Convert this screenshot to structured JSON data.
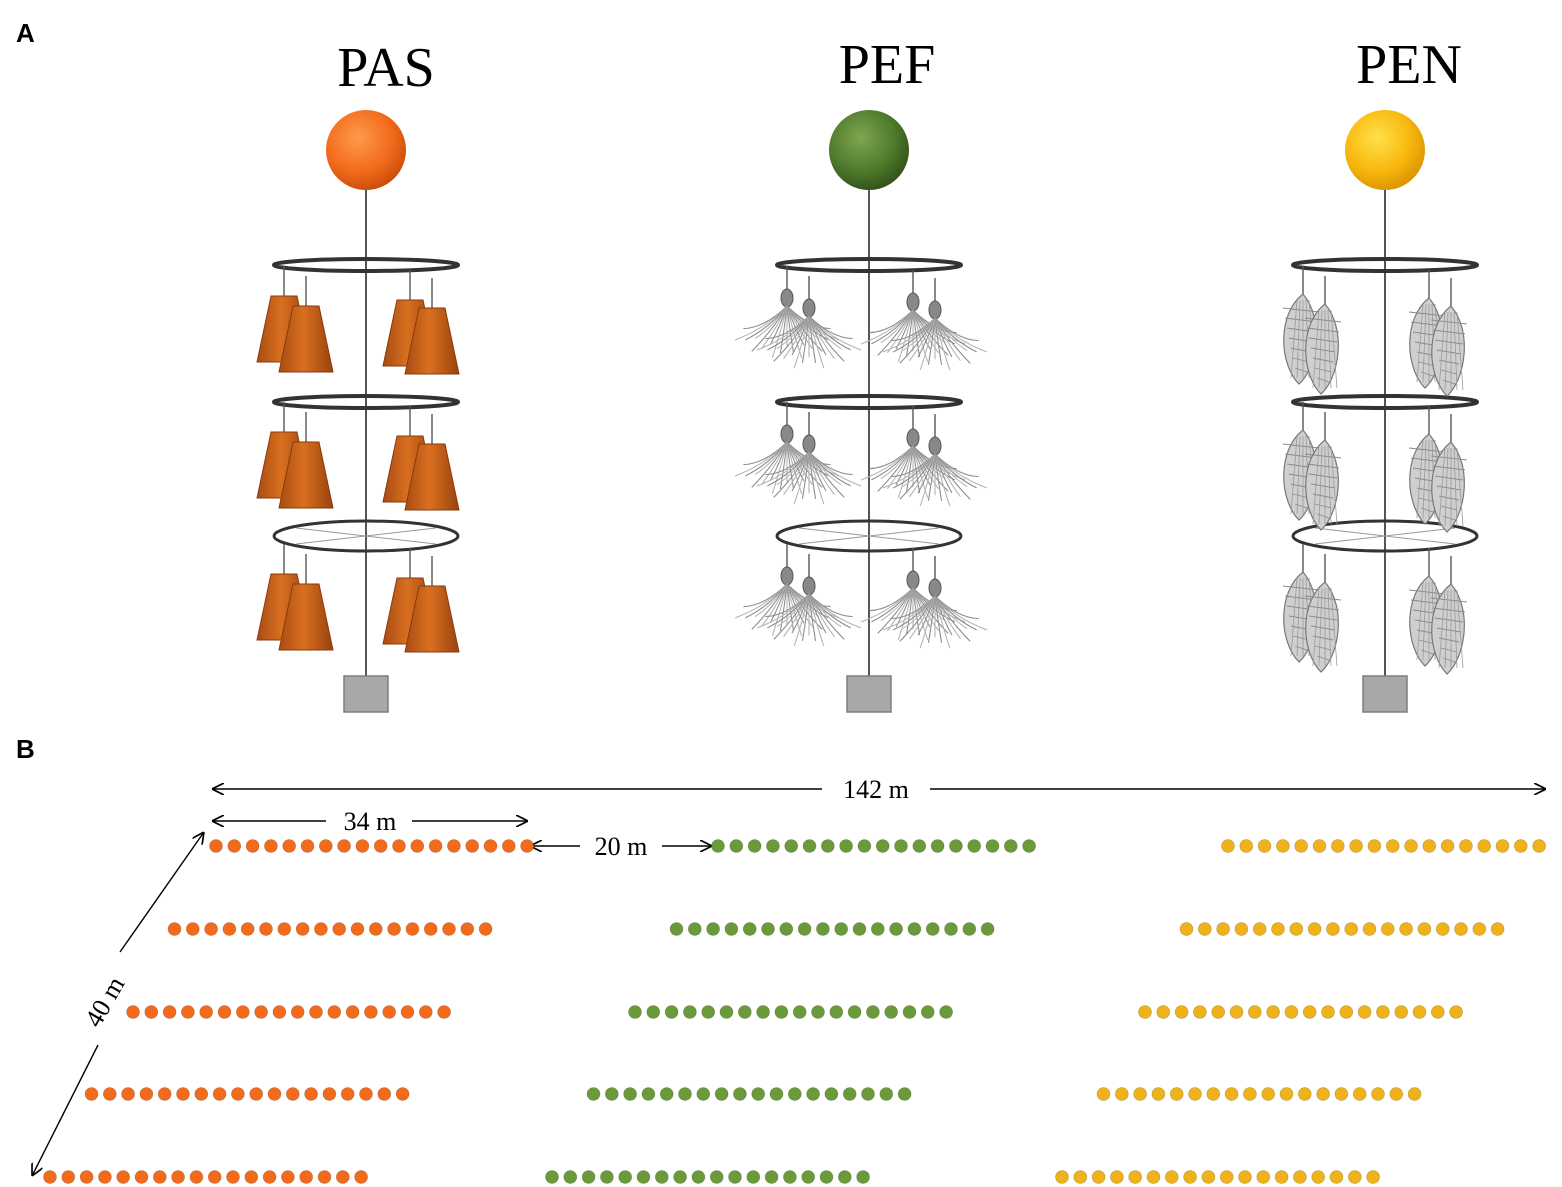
{
  "figure": {
    "panel_a_label": "A",
    "panel_b_label": "B"
  },
  "panel_a": {
    "structures": [
      {
        "title": "PAS",
        "float_color": "#f26b1d",
        "substrate": "cone"
      },
      {
        "title": "PEF",
        "float_color": "#4e7a2c",
        "substrate": "fiber"
      },
      {
        "title": "PEN",
        "float_color": "#f7b80d",
        "substrate": "net"
      }
    ]
  },
  "panel_b": {
    "labels": {
      "total_length": "142 m",
      "row_length": "34 m",
      "gap": "20 m",
      "depth": "40 m"
    },
    "groups": [
      {
        "name": "PAS",
        "color": "#f26b1d",
        "rows": 5,
        "units_per_row": 18
      },
      {
        "name": "PEF",
        "color": "#6a9a3a",
        "rows": 5,
        "units_per_row": 18
      },
      {
        "name": "PEN",
        "color": "#f0b21a",
        "rows": 5,
        "units_per_row": 18
      }
    ]
  }
}
